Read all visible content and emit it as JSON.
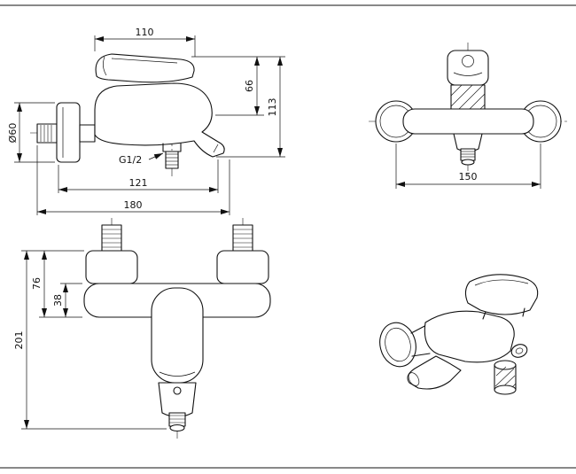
{
  "colors": {
    "ink": "#111111",
    "paper": "#ffffff"
  },
  "dims": {
    "side": {
      "handle_width": "110",
      "height_to_body": "66",
      "height_overall": "113",
      "flange_diameter": "Ø60",
      "outlet_thread": "G1/2",
      "depth_spout": "121",
      "depth_overall": "180"
    },
    "front": {
      "inlet_centers": "150"
    },
    "front_lower": {
      "escutcheon_to_body": "76",
      "body_height": "38",
      "overall_height": "201"
    }
  }
}
